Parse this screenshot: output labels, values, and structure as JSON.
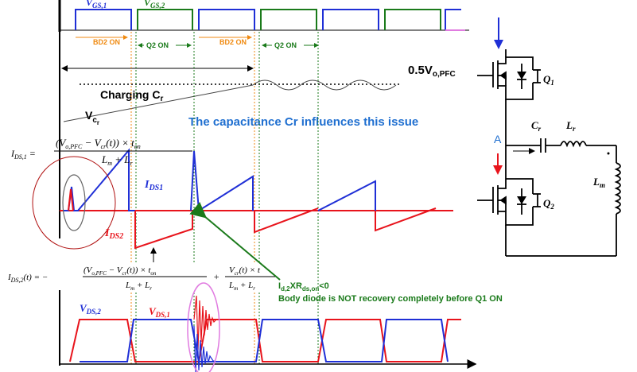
{
  "colors": {
    "blue": "#1f2fd6",
    "red": "#e8141c",
    "green": "#1a7a1a",
    "orange": "#f08a10",
    "pink": "#e07be0",
    "dark_red": "#b01010",
    "black": "#000000",
    "title_blue": "#1f6fd0",
    "grid": "#888888"
  },
  "gate_labels": {
    "vgs1_main": "V",
    "vgs1_sub": "GS,1",
    "vgs2_main": "V",
    "vgs2_sub": "GS,2"
  },
  "timing": {
    "bd2_on_1": "BD2 ON",
    "q2_on_1": "Q2 ON",
    "bd2_on_2": "BD2 ON",
    "q2_on_2": "Q2 ON"
  },
  "voltage": {
    "vo_main": "0.5V",
    "vo_sub": "o,PFC",
    "charging_main": "Charging C",
    "charging_sub": "r",
    "vcr_main": "V",
    "vcr_sub1": "c",
    "vcr_sub2": "r"
  },
  "headline": "The capacitance Cr influences this issue",
  "equations": {
    "ids1_lhs": "I",
    "ids1_lhs_sub": "DS,1",
    "ids1_eq": " =",
    "ids1_num": "(V",
    "ids1_num_sub1": "o,PFC",
    "ids1_num_mid": " − V",
    "ids1_num_sub2": "cr",
    "ids1_num_tail": "(t)) × t",
    "ids1_num_sub3": "on",
    "ids1_den": "L",
    "ids1_den_sub1": "m",
    "ids1_den_mid": " + L",
    "ids1_den_sub2": "r",
    "ids2_text": "I",
    "ids2_text_sub": "DS,2",
    "ids2_rest": "(t) = −",
    "ids2_frac1_num": "(V",
    "ids2_frac1_num_sub": "o,PFC",
    "ids2_frac1_num_rest": " − V",
    "ids2_frac1_num_sub2": "cr",
    "ids2_frac1_num_tail": "(t)) × t",
    "ids2_frac1_num_sub3": "on",
    "ids2_frac1_den": "L",
    "ids2_frac1_den_sub1": "m",
    "ids2_frac1_den_mid": " + L",
    "ids2_frac1_den_sub2": "r",
    "ids2_plus": "+",
    "ids2_frac2_num": "V",
    "ids2_frac2_num_sub": "cr",
    "ids2_frac2_num_tail": "(t) × t",
    "ids2_frac2_den": "L",
    "ids2_frac2_den_sub1": "m",
    "ids2_frac2_den_mid": " + L",
    "ids2_frac2_den_sub2": "r"
  },
  "current_labels": {
    "ids1_main": "I",
    "ids1_sub": "DS1",
    "ids2_main": "I",
    "ids2_sub": "DS2"
  },
  "annotation": {
    "line1_main": "I",
    "line1_sub1": "d,2",
    "line1_mid": "XR",
    "line1_sub2": "ds,on",
    "line1_tail": "<0",
    "line2": "Body diode is NOT recovery completely before Q1 ON"
  },
  "vds_labels": {
    "vds2_main": "V",
    "vds2_sub": "DS,2",
    "vds1_main": "V",
    "vds1_sub": "DS,1"
  },
  "circuit": {
    "q1_main": "Q",
    "q1_sub": "1",
    "q2_main": "Q",
    "q2_sub": "2",
    "node": "A",
    "cr_main": "C",
    "cr_sub": "r",
    "lr_main": "L",
    "lr_sub": "r",
    "lm_main": "L",
    "lm_sub": "m"
  }
}
